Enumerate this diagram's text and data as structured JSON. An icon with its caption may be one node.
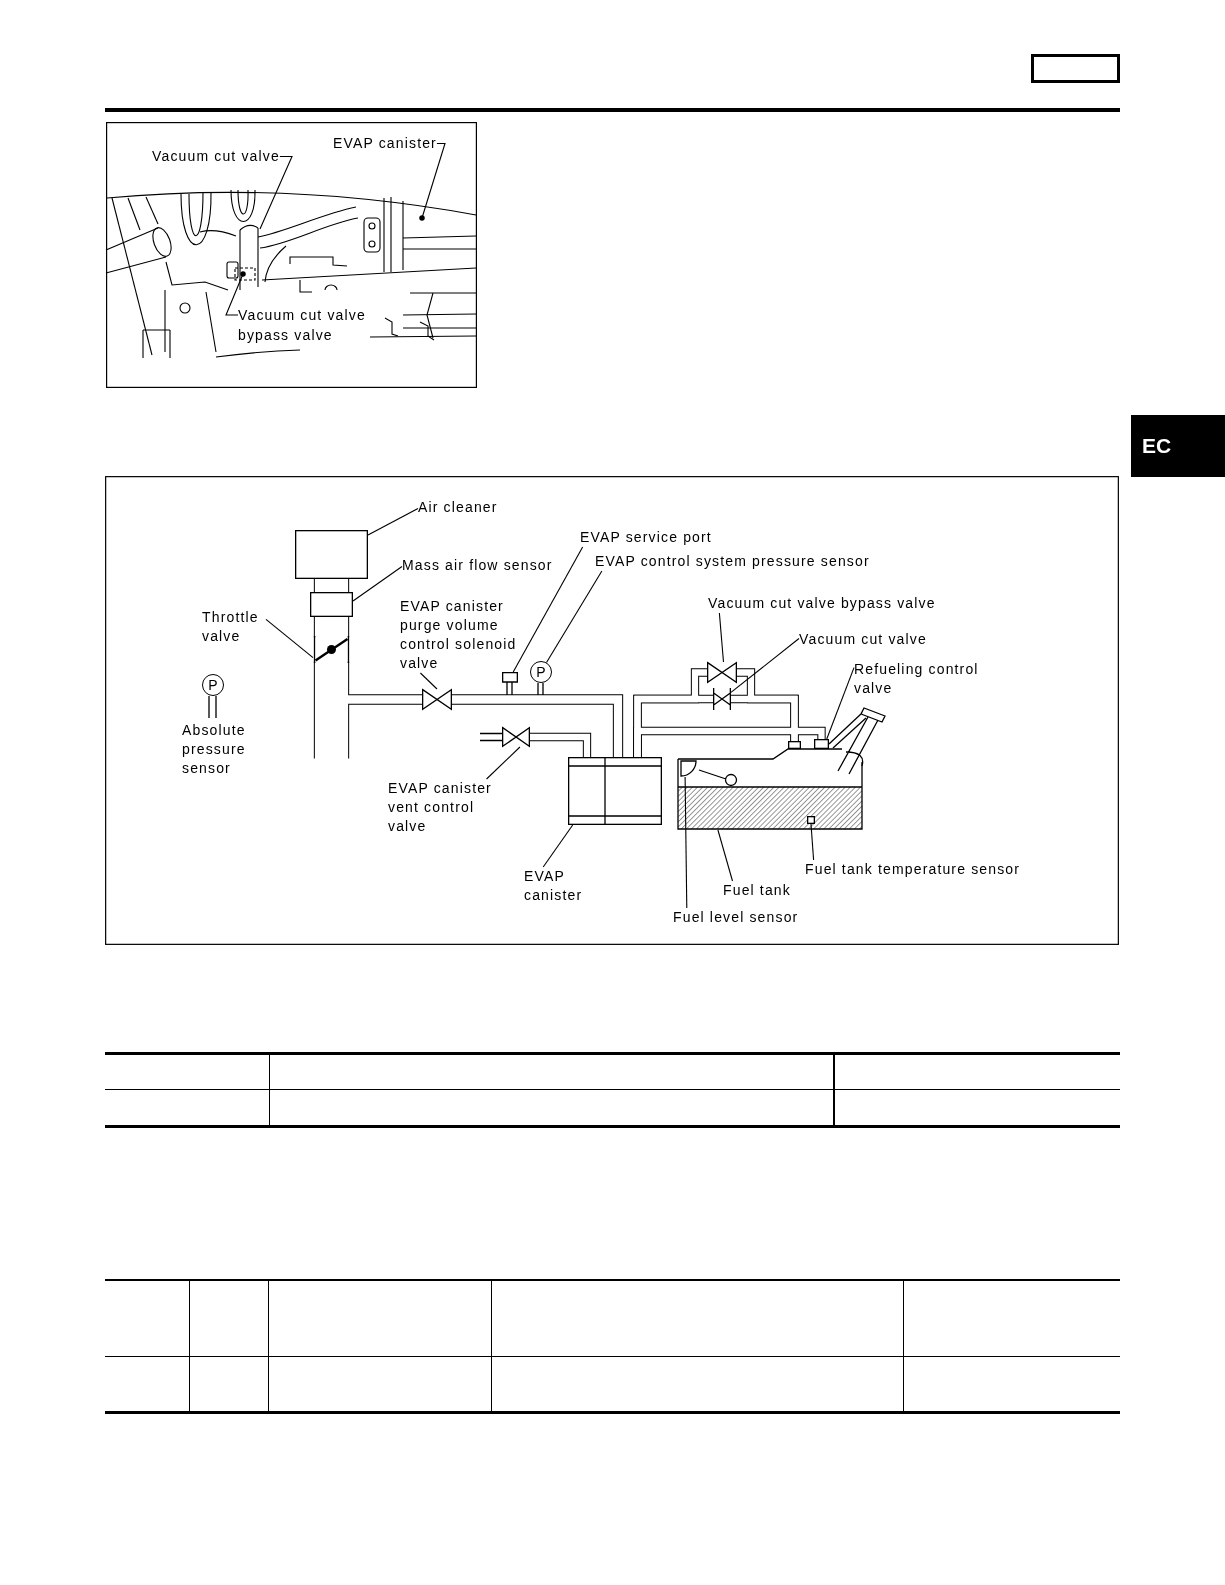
{
  "diagram": {
    "nodes": [
      {
        "text": [],
        "shape": "picture"
      },
      {
        "text": [
          "EVAP canister"
        ],
        "in": 0
      },
      {
        "text": [
          "Vacuum cut valve"
        ],
        "in": 0
      },
      {
        "text": [
          "Vacuum cut valve bypass valve"
        ],
        "in": 0
      },
      {
        "text": [],
        "shape": "box"
      },
      {
        "text": [
          "Air cleaner"
        ],
        "in": 4
      },
      {
        "text": [],
        "shape": "box",
        "in": 4
      },
      {
        "text": [
          "EVAP service port"
        ],
        "in": 4
      },
      {
        "text": [
          "Mass air flow sensor"
        ],
        "in": 4
      },
      {
        "text": [],
        "shape": "box",
        "in": 4
      },
      {
        "text": [
          "EVAP control system pressure sensor"
        ],
        "in": 4
      },
      {
        "text": [
          "Throttle valve"
        ],
        "in": 4
      },
      {
        "text": [],
        "shape": "bar",
        "in": 4
      },
      {
        "text": [
          "Vacuum cut valve bypass valve"
        ],
        "in": 4
      },
      {
        "text": [
          "EVAP canister purge volume control solenoid valve"
        ],
        "in": 4
      },
      {
        "text": [
          "Vacuum cut valve"
        ],
        "in": 4
      },
      {
        "text": [
          "P"
        ],
        "beside": [
          "Absolute pressure sensor"
        ],
        "in": 4
      },
      {
        "text": [
          "Refueling control valve"
        ],
        "in": 4
      },
      {
        "text": [],
        "shape": "box",
        "in": 4
      },
      {
        "text": [
          "P"
        ],
        "in": 4
      },
      {
        "text": [],
        "shape": "valve",
        "in": 4
      },
      {
        "text": [],
        "shape": "valve",
        "in": 4
      },
      {
        "text": [],
        "shape": "valve",
        "in": 4
      },
      {
        "text": [],
        "shape": "box",
        "in": 4
      },
      {
        "text": [],
        "shape": "box",
        "in": 4
      },
      {
        "text": [],
        "shape": "valve",
        "in": 4
      },
      {
        "text": [],
        "shape": "box",
        "in": 4
      },
      {
        "text": [],
        "shape": "tank",
        "in": 4
      },
      {
        "text": [],
        "shape": "semicircle",
        "in": 4
      },
      {
        "text": [],
        "shape": "box",
        "in": 27
      },
      {
        "text": [
          "EVAP canister vent control valve"
        ],
        "in": 4
      },
      {
        "text": [
          "EVAP canister"
        ],
        "in": 4
      },
      {
        "text": [
          "Fuel tank temperature sensor"
        ],
        "in": 4
      },
      {
        "text": [
          "Fuel tank"
        ],
        "in": 4
      },
      {
        "text": [
          "Fuel level sensor"
        ],
        "in": 4
      }
    ],
    "edges": [
      {
        "from": 1,
        "to": null,
        "arrow": "other"
      },
      {
        "from": 2,
        "to": null,
        "arrow": "none"
      },
      {
        "from": 3,
        "to": null,
        "arrow": "other"
      },
      {
        "from": 5,
        "to": 6,
        "arrow": "none"
      },
      {
        "from": 8,
        "to": 9,
        "arrow": "none"
      },
      {
        "from": 11,
        "to": 12,
        "arrow": "none"
      },
      {
        "from": 14,
        "to": 20,
        "arrow": "none"
      },
      {
        "from": 7,
        "to": 18,
        "arrow": "none"
      },
      {
        "from": 10,
        "to": 19,
        "arrow": "none"
      },
      {
        "from": 13,
        "to": 21,
        "arrow": "none"
      },
      {
        "from": 15,
        "to": 22,
        "arrow": "none"
      },
      {
        "from": 17,
        "to": 24,
        "arrow": "none"
      },
      {
        "from": 30,
        "to": 25,
        "arrow": "none"
      },
      {
        "from": 31,
        "to": 26,
        "arrow": "none"
      },
      {
        "from": 32,
        "to": 29,
        "arrow": "none"
      },
      {
        "from": 33,
        "to": 27,
        "arrow": "none"
      },
      {
        "from": 34,
        "to": 28,
        "arrow": "none"
      },
      {
        "from": 6,
        "to": 9,
        "arrow": "none",
        "style": "thick"
      },
      {
        "from": 9,
        "to": 12,
        "arrow": "none",
        "style": "thick"
      },
      {
        "from": 12,
        "to": null,
        "arrow": "none",
        "style": "thick"
      },
      {
        "from": 12,
        "to": 20,
        "arrow": "none",
        "style": "thick"
      },
      {
        "from": 20,
        "to": 26,
        "arrow": "none",
        "style": "thick"
      },
      {
        "from": 25,
        "to": 26,
        "arrow": "none",
        "style": "thick"
      },
      {
        "from": 26,
        "to": 21,
        "arrow": "none",
        "style": "thick"
      },
      {
        "from": 26,
        "to": 22,
        "arrow": "none",
        "style": "thick"
      },
      {
        "from": 26,
        "to": 24,
        "arrow": "none",
        "style": "thick"
      },
      {
        "from": 21,
        "to": 23,
        "arrow": "none",
        "style": "thick"
      },
      {
        "from": 22,
        "to": 23,
        "arrow": "none",
        "style": "thick"
      }
    ],
    "labels": [
      "EC"
    ]
  }
}
